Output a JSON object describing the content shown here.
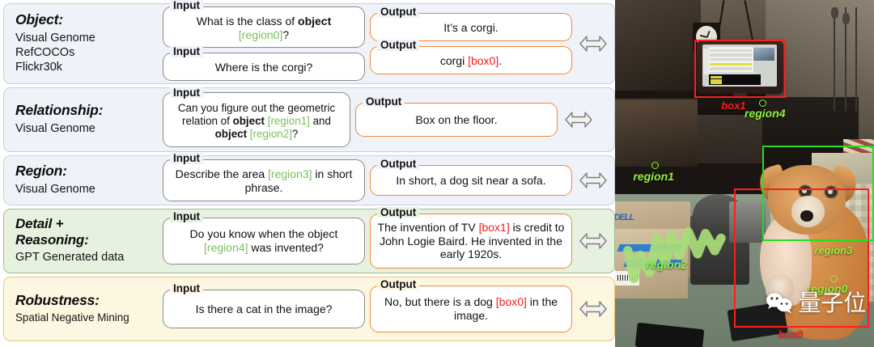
{
  "rows": [
    {
      "category": "Object:",
      "sources": "Visual Genome\nRefCOCOs\nFlickr30k",
      "source_lines": [
        "Visual Genome",
        "RefCOCOs",
        "Flickr30k"
      ],
      "theme": "blue",
      "input_label": "Input",
      "output_label": "Output",
      "pairs": [
        {
          "input": [
            {
              "t": "What is the class of ",
              "s": "plain"
            },
            {
              "t": "object",
              "s": "bold"
            },
            {
              "t": " ",
              "s": "plain"
            },
            {
              "t": "[region0]",
              "s": "region"
            },
            {
              "t": "?",
              "s": "plain"
            }
          ],
          "output": [
            {
              "t": "It’s a corgi.",
              "s": "plain"
            }
          ]
        },
        {
          "input": [
            {
              "t": "Where is the corgi?",
              "s": "plain"
            }
          ],
          "output": [
            {
              "t": "corgi ",
              "s": "plain"
            },
            {
              "t": "[box0]",
              "s": "box"
            },
            {
              "t": ".",
              "s": "plain"
            }
          ]
        }
      ]
    },
    {
      "category": "Relationship:",
      "source_lines": [
        "Visual Genome"
      ],
      "theme": "blue",
      "input_label": "Input",
      "output_label": "Output",
      "pairs": [
        {
          "input": [
            {
              "t": "Can you figure out the geometric relation of ",
              "s": "plain"
            },
            {
              "t": "object",
              "s": "bold"
            },
            {
              "t": " ",
              "s": "plain"
            },
            {
              "t": "[region1]",
              "s": "region"
            },
            {
              "t": " and ",
              "s": "plain"
            },
            {
              "t": "object",
              "s": "bold"
            },
            {
              "t": "  ",
              "s": "plain"
            },
            {
              "t": "[region2]",
              "s": "region"
            },
            {
              "t": "?",
              "s": "plain"
            }
          ],
          "output": [
            {
              "t": "Box on the floor.",
              "s": "plain"
            }
          ]
        }
      ]
    },
    {
      "category": "Region:",
      "source_lines": [
        "Visual Genome"
      ],
      "theme": "blue",
      "input_label": "Input",
      "output_label": "Output",
      "pairs": [
        {
          "input": [
            {
              "t": "Describe the area ",
              "s": "plain"
            },
            {
              "t": "[region3]",
              "s": "region"
            },
            {
              "t": " in short phrase.",
              "s": "plain"
            }
          ],
          "output": [
            {
              "t": "In short, a dog sit near a sofa.",
              "s": "plain"
            }
          ]
        }
      ]
    },
    {
      "category": "Detail + Reasoning:",
      "category_lines": [
        "Detail +",
        "Reasoning:"
      ],
      "source_lines": [
        "GPT Generated data"
      ],
      "theme": "green",
      "input_label": "Input",
      "output_label": "Output",
      "pairs": [
        {
          "input": [
            {
              "t": "Do you know when the object ",
              "s": "plain"
            },
            {
              "t": "[region4]",
              "s": "region"
            },
            {
              "t": " was invented?",
              "s": "plain"
            }
          ],
          "output": [
            {
              "t": "The invention of TV ",
              "s": "plain"
            },
            {
              "t": "[box1]",
              "s": "box"
            },
            {
              "t": " is credit to John Logie Baird. He invented in the early 1920s.",
              "s": "plain"
            }
          ]
        }
      ]
    },
    {
      "category": "Robustness:",
      "source_lines": [
        "Spatial Negative Mining"
      ],
      "theme": "amber",
      "input_label": "Input",
      "output_label": "Output",
      "pairs": [
        {
          "input": [
            {
              "t": "Is there a cat in the image?",
              "s": "plain"
            }
          ],
          "output": [
            {
              "t": "No, but there is a dog ",
              "s": "plain"
            },
            {
              "t": "[box0]",
              "s": "box"
            },
            {
              "t": " in the image.",
              "s": "plain"
            }
          ]
        }
      ]
    }
  ],
  "colors": {
    "region_green": "#79bf5b",
    "box_red": "#f41c1c",
    "output_border": "#f08a33",
    "input_border": "#8a8a8a",
    "row_blue_bg": "#eff2f8",
    "row_green_bg": "#e6f1e0",
    "row_amber_bg": "#fdf6e0",
    "anno_red": "#ff1d1d",
    "anno_green": "#8ef13a"
  },
  "photo": {
    "annotations": [
      {
        "name": "box1",
        "kind": "box",
        "color": "red",
        "label": "box1"
      },
      {
        "name": "box0",
        "kind": "box",
        "color": "red",
        "label": "box0"
      },
      {
        "name": "region3",
        "kind": "box",
        "color": "green",
        "label": "region3"
      },
      {
        "name": "region4",
        "kind": "point",
        "color": "green",
        "label": "region4"
      },
      {
        "name": "region1",
        "kind": "point",
        "color": "green",
        "label": "region1"
      },
      {
        "name": "region0",
        "kind": "point",
        "color": "green",
        "label": "region0"
      },
      {
        "name": "region2",
        "kind": "scribble",
        "color": "green",
        "label": "region2"
      }
    ],
    "labels": {
      "box1": "box1",
      "box0": "box0",
      "region0": "region0",
      "region1": "region1",
      "region2": "region2",
      "region3": "region3",
      "region4": "region4"
    },
    "watermark": "量子位",
    "dell_text": "DELL"
  },
  "arrow_icon": "left-right-double-arrow"
}
